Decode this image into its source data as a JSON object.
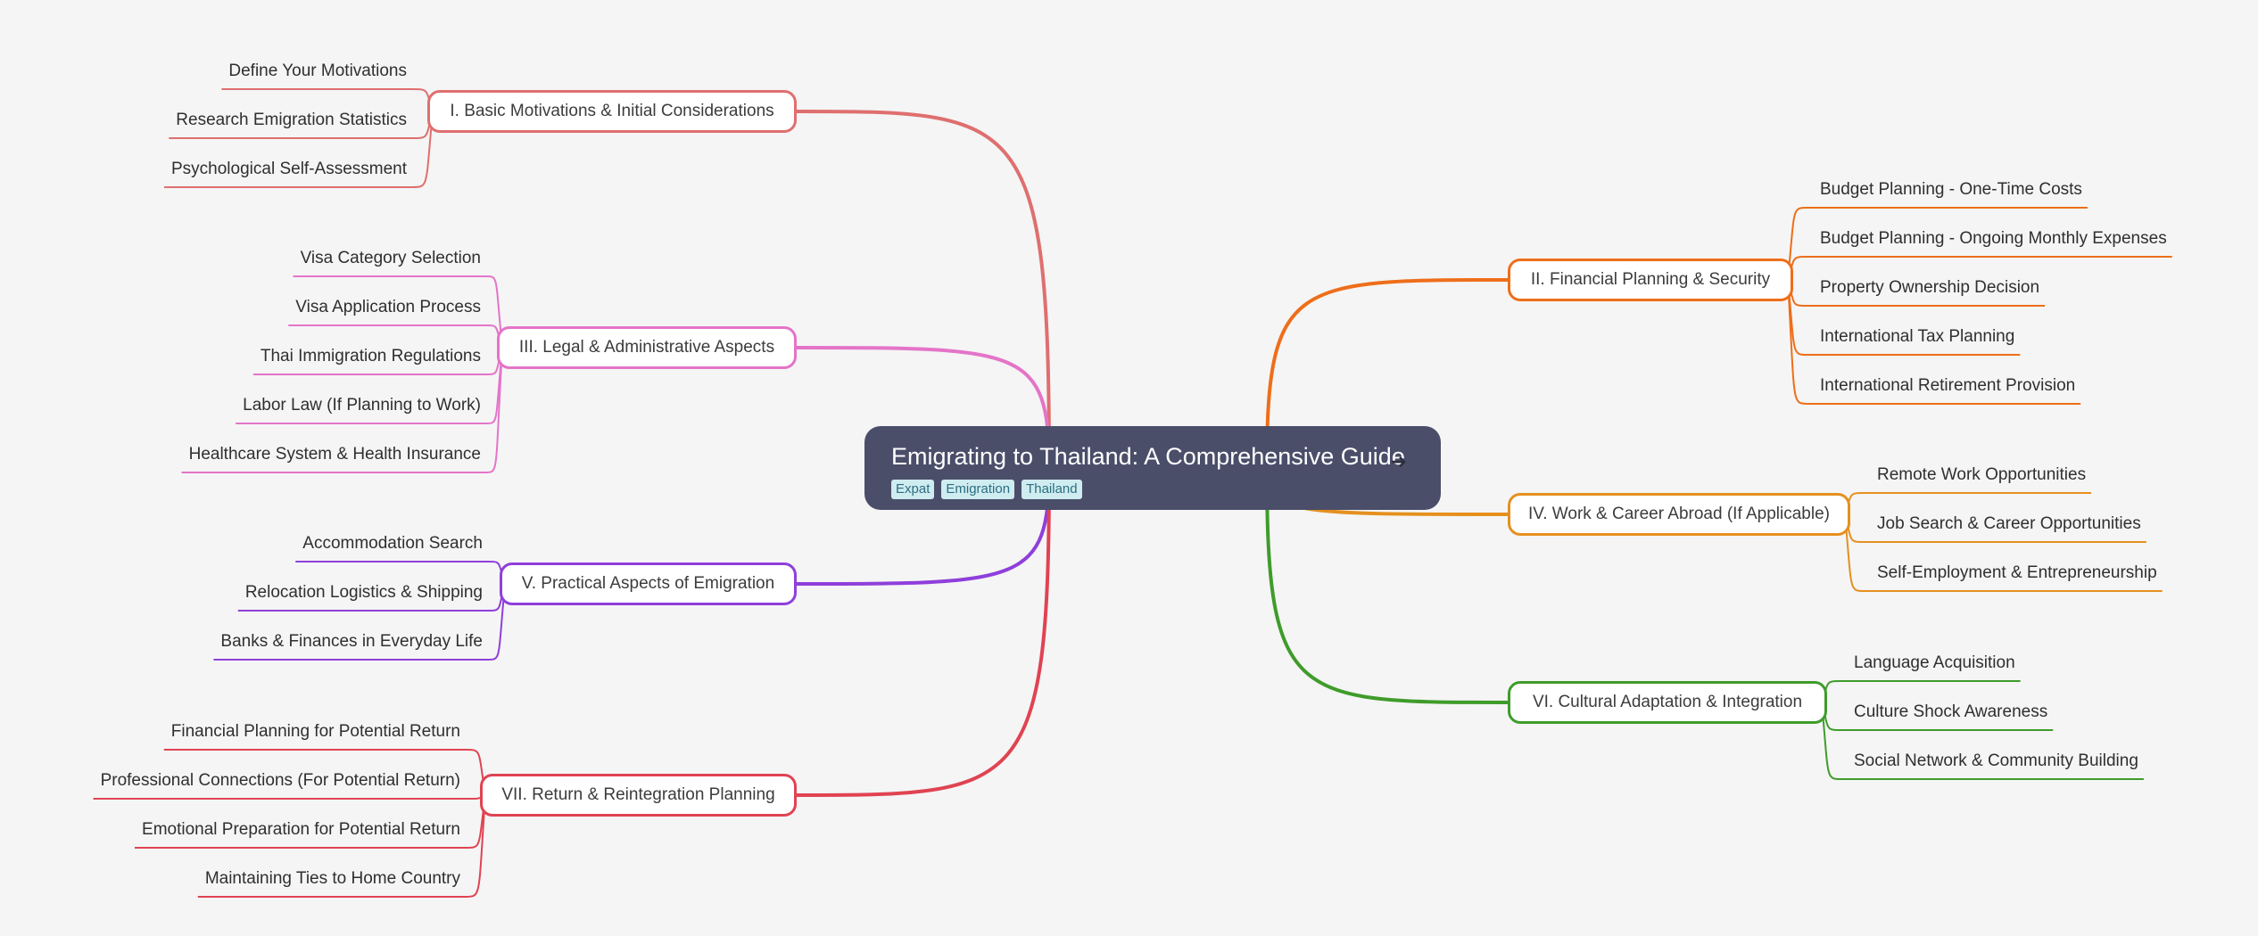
{
  "root": {
    "title": "Emigrating to Thailand: A Comprehensive Guide",
    "arrow": "➜",
    "tags": [
      "Expat",
      "Emigration",
      "Thailand"
    ]
  },
  "colors": {
    "b1": "#df6f6f",
    "b2": "#ee6e1a",
    "b3": "#e474c8",
    "b4": "#e5901e",
    "b5": "#8f3fdb",
    "b6": "#3f9c2b",
    "b7": "#e04352"
  },
  "branches": {
    "b1": {
      "label": "I. Basic Motivations & Initial Considerations",
      "children": [
        "Define Your Motivations",
        "Research Emigration Statistics",
        "Psychological Self-Assessment"
      ]
    },
    "b2": {
      "label": "II. Financial Planning & Security",
      "children": [
        "Budget Planning - One-Time Costs",
        "Budget Planning - Ongoing Monthly Expenses",
        "Property Ownership Decision",
        "International Tax Planning",
        "International Retirement Provision"
      ]
    },
    "b3": {
      "label": "III. Legal & Administrative Aspects",
      "children": [
        "Visa Category Selection",
        "Visa Application Process",
        "Thai Immigration Regulations",
        "Labor Law (If Planning to Work)",
        "Healthcare System & Health Insurance"
      ]
    },
    "b4": {
      "label": "IV. Work & Career Abroad (If Applicable)",
      "children": [
        "Remote Work Opportunities",
        "Job Search & Career Opportunities",
        "Self-Employment & Entrepreneurship"
      ]
    },
    "b5": {
      "label": "V. Practical Aspects of Emigration",
      "children": [
        "Accommodation Search",
        "Relocation Logistics & Shipping",
        "Banks & Finances in Everyday Life"
      ]
    },
    "b6": {
      "label": "VI. Cultural Adaptation & Integration",
      "children": [
        "Language Acquisition",
        "Culture Shock Awareness",
        "Social Network & Community Building"
      ]
    },
    "b7": {
      "label": "VII. Return & Reintegration Planning",
      "children": [
        "Financial Planning for Potential Return",
        "Professional Connections (For Potential Return)",
        "Emotional Preparation for Potential Return",
        "Maintaining Ties to Home Country"
      ]
    }
  }
}
